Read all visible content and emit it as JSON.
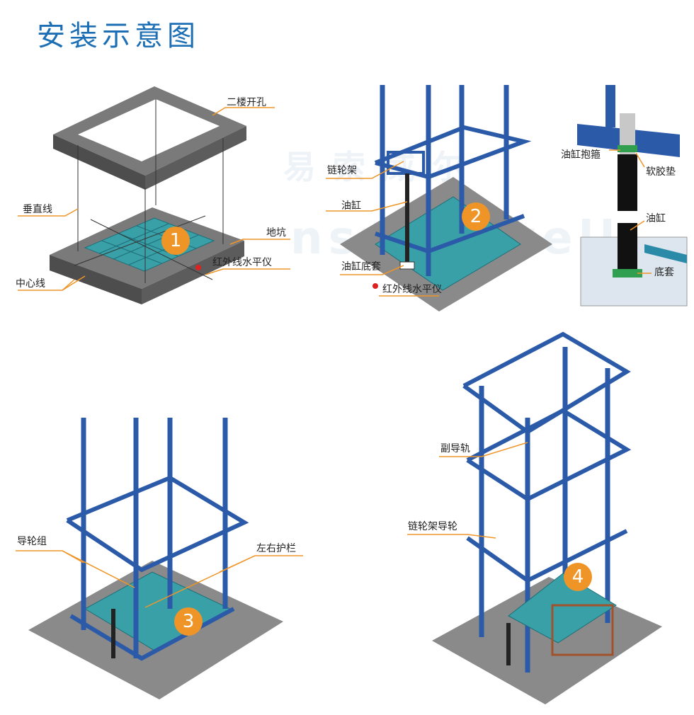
{
  "title": "安装示意图",
  "watermark": {
    "cn": "易索威尔",
    "en": "nswer well"
  },
  "colors": {
    "title": "#1d6fb5",
    "frame": "#2a5aa8",
    "accent": "#ef9528",
    "floor": "#666666",
    "platform": "#3aa0a8"
  },
  "step1": {
    "number": "1",
    "labels": {
      "second_floor_opening": "二楼开孔",
      "vertical_line": "垂直线",
      "pit": "地坑",
      "infrared_level": "红外线水平仪",
      "center_line": "中心线"
    }
  },
  "step2": {
    "number": "2",
    "labels": {
      "sprocket_frame": "链轮架",
      "cylinder": "油缸",
      "cylinder_base": "油缸底套",
      "infrared_level": "红外线水平仪"
    },
    "detail_labels": {
      "cylinder_clamp": "油缸抱箍",
      "rubber_pad": "软胶垫",
      "cylinder": "油缸",
      "base_sleeve": "底套"
    }
  },
  "step3": {
    "number": "3",
    "labels": {
      "guide_wheels": "导轮组",
      "side_guardrail": "左右护栏"
    }
  },
  "step4": {
    "number": "4",
    "labels": {
      "aux_rail": "副导轨",
      "sprocket_guide_wheel": "链轮架导轮"
    }
  }
}
